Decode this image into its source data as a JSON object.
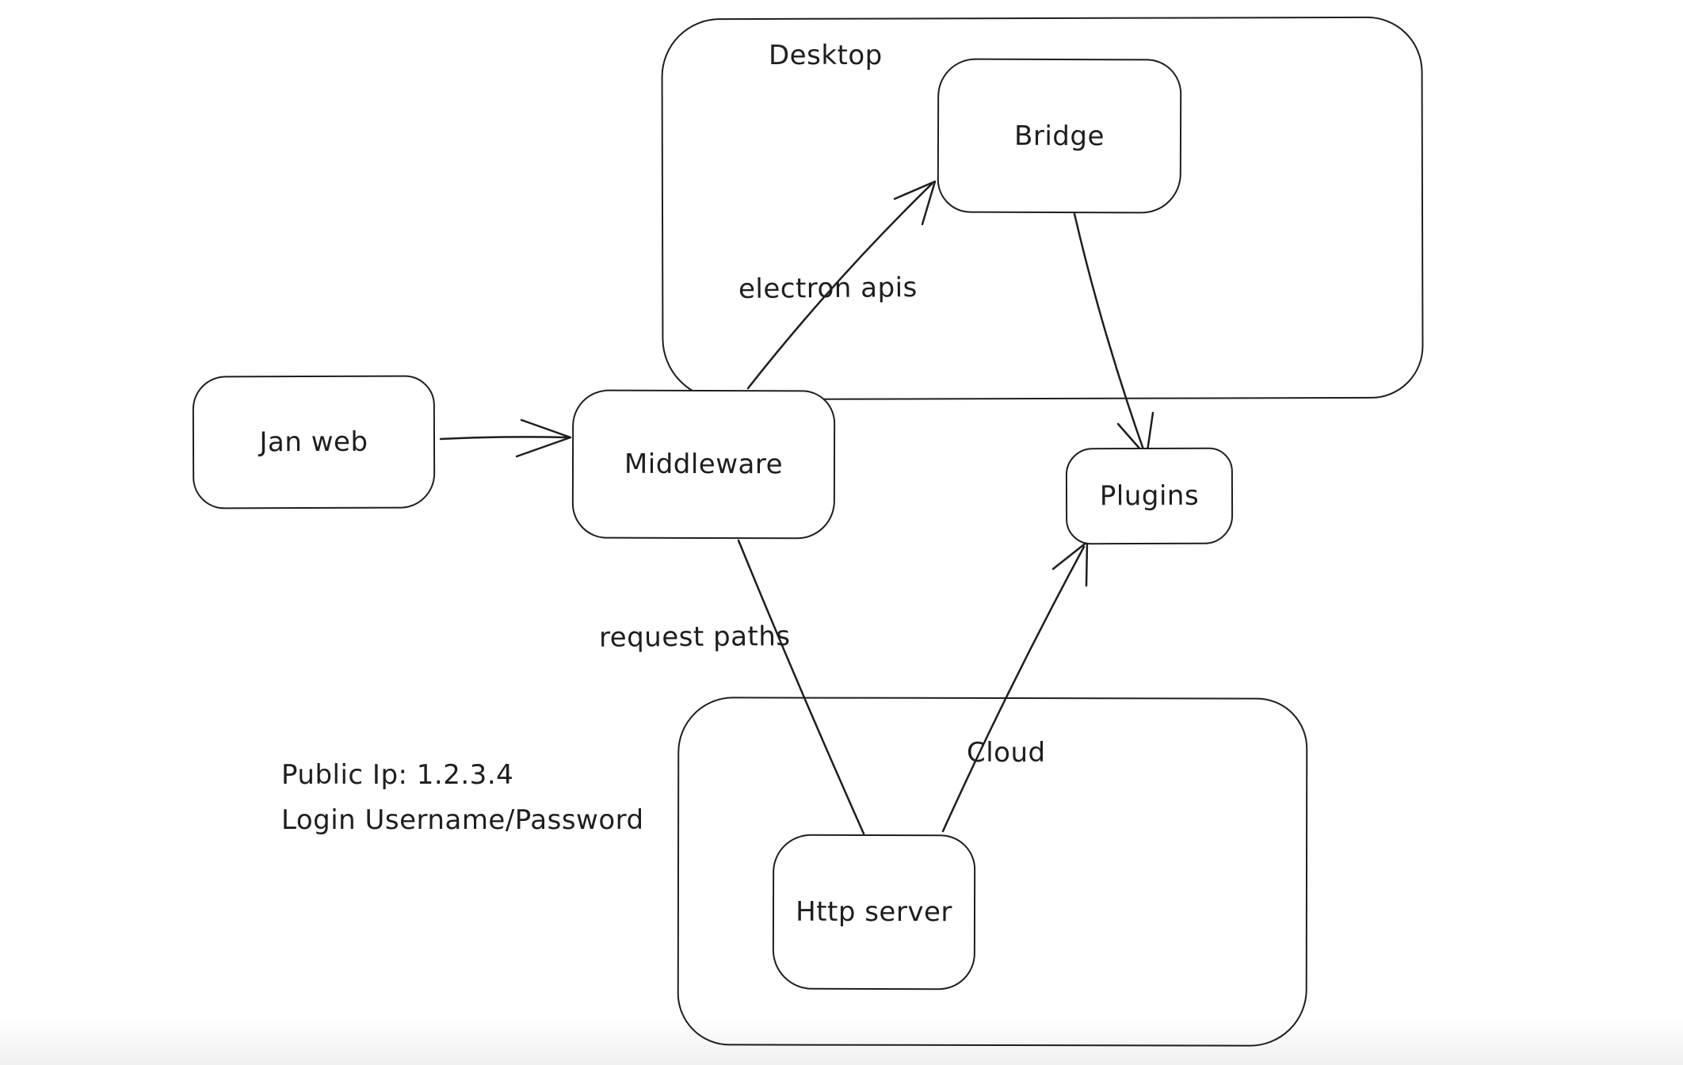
{
  "diagram": {
    "containers": {
      "desktop": {
        "label": "Desktop"
      },
      "cloud": {
        "label": "Cloud"
      }
    },
    "nodes": {
      "jan_web": {
        "label": "Jan web"
      },
      "middleware": {
        "label": "Middleware"
      },
      "bridge": {
        "label": "Bridge"
      },
      "plugins": {
        "label": "Plugins"
      },
      "http_server": {
        "label": "Http server"
      }
    },
    "edges": [
      {
        "from": "Jan web",
        "to": "Middleware",
        "label": "",
        "arrowhead": true
      },
      {
        "from": "Middleware",
        "to": "Bridge",
        "label": "electron apis",
        "arrowhead": true
      },
      {
        "from": "Bridge",
        "to": "Plugins",
        "label": "",
        "arrowhead": true
      },
      {
        "from": "Middleware",
        "to": "Http server",
        "label": "request paths",
        "arrowhead": false
      },
      {
        "from": "Http server",
        "to": "Plugins",
        "label": "",
        "arrowhead": true
      }
    ],
    "annotations": {
      "public_ip": "Public Ip: 1.2.3.4",
      "login": "Login Username/Password"
    },
    "colors": {
      "stroke": "#1e1e1e",
      "canvas_background": "#ffffff"
    }
  }
}
